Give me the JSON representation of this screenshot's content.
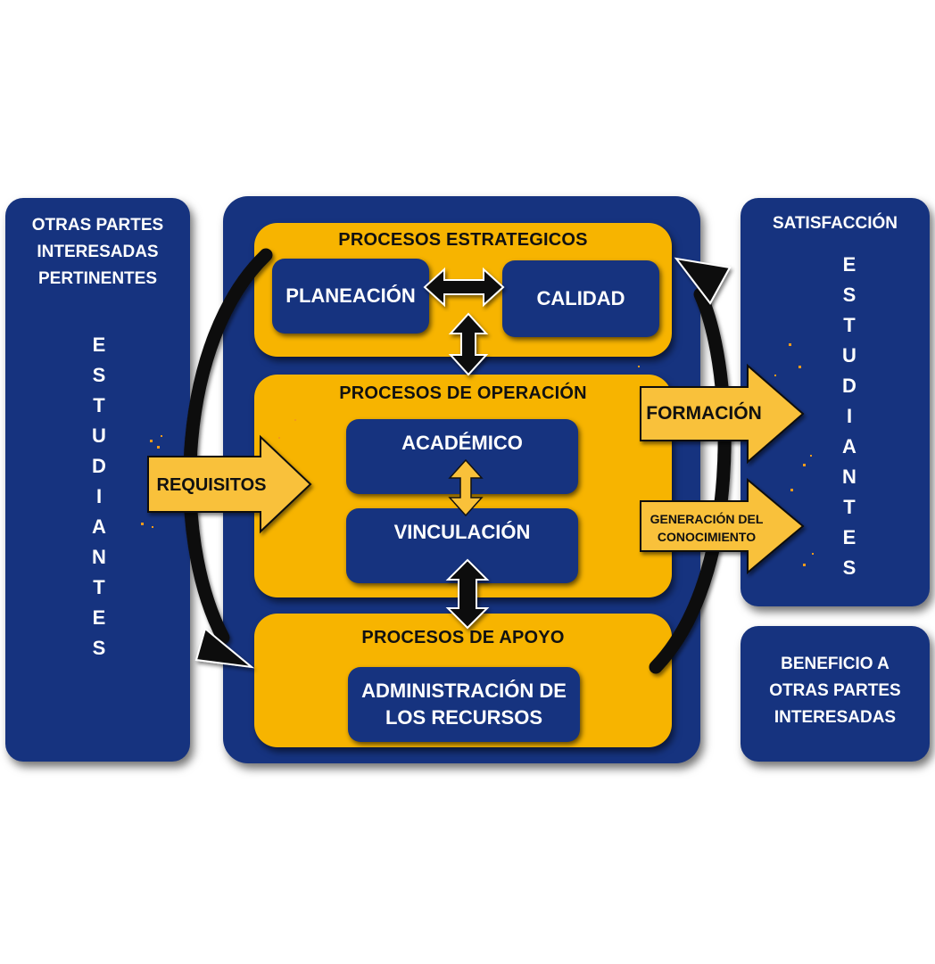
{
  "left_panel": {
    "header": [
      "OTRAS PARTES",
      "INTERESADAS",
      "PERTINENTES"
    ],
    "vertical_word": "ESTUDIANTES"
  },
  "right_top_panel": {
    "header": "SATISFACCIÓN",
    "vertical_word": "ESTUDIANTES"
  },
  "right_bottom_panel": {
    "lines": [
      "BENEFICIO A",
      "OTRAS PARTES",
      "INTERESADAS"
    ]
  },
  "strategic": {
    "title": "PROCESOS ESTRATEGICOS",
    "planning": "PLANEACIÓN",
    "quality": "CALIDAD"
  },
  "operation": {
    "title": "PROCESOS DE OPERACIÓN",
    "academic": "ACADÉMICO",
    "linkage": "VINCULACIÓN"
  },
  "support": {
    "title": "PROCESOS DE APOYO",
    "resources": [
      "ADMINISTRACIÓN DE",
      "LOS RECURSOS"
    ]
  },
  "arrows": {
    "requirements": "REQUISITOS",
    "training": "FORMACIÓN",
    "knowledge": [
      "GENERACIÓN DEL",
      "CONOCIMIENTO"
    ]
  },
  "colors": {
    "navy": "#16337f",
    "gold": "#f7b400",
    "arrow_gold": "#f9c13a",
    "black": "#111111"
  }
}
